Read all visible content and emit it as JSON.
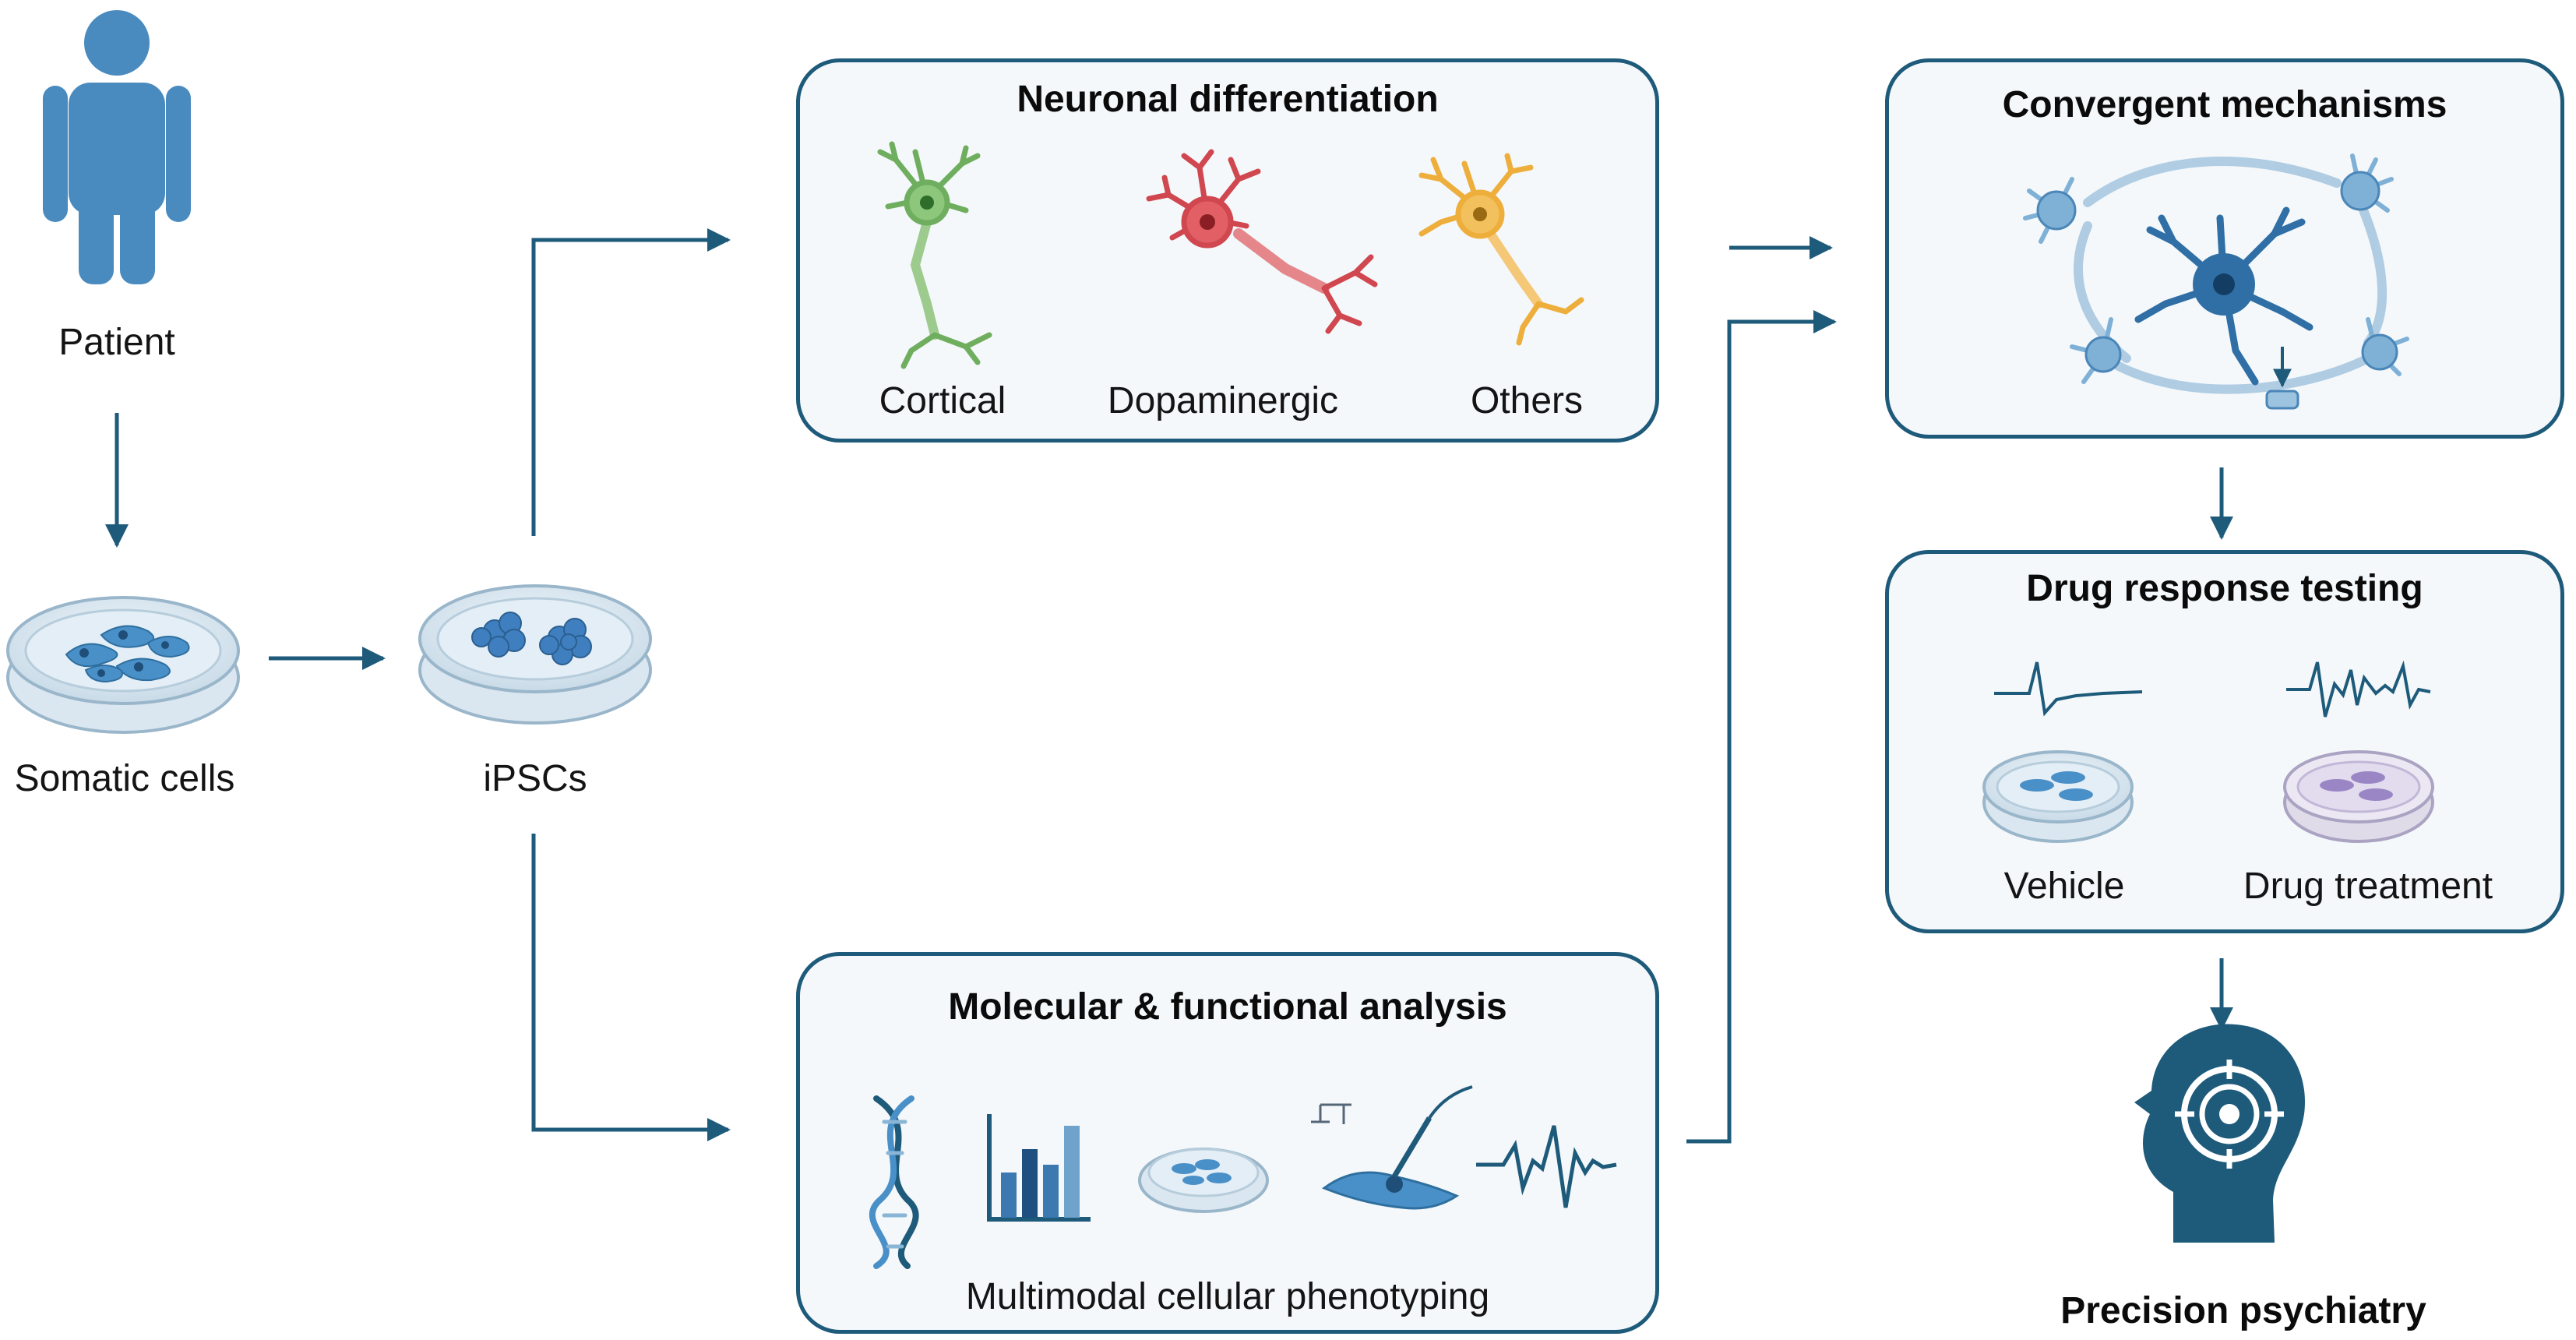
{
  "patient": {
    "label": "Patient",
    "icon": "person-icon"
  },
  "somatic": {
    "label": "Somatic cells",
    "icon": "petri-dish-icon"
  },
  "ipscs": {
    "label": "iPSCs",
    "icon": "petri-dish-colonies-icon"
  },
  "neuronal": {
    "title": "Neuronal differentiation",
    "types": [
      {
        "label": "Cortical",
        "color": "#7bbf6a"
      },
      {
        "label": "Dopaminergic",
        "color": "#d9535a"
      },
      {
        "label": "Others",
        "color": "#f0b84a"
      }
    ]
  },
  "molecular": {
    "title": "Molecular & functional analysis",
    "caption": "Multimodal cellular phenotyping",
    "icons": [
      "dna-icon",
      "bar-chart-icon",
      "petri-dish-icon",
      "patch-clamp-icon",
      "waveform-icon"
    ]
  },
  "convergent": {
    "title": "Convergent mechanisms",
    "icon": "neuron-network-icon"
  },
  "drug": {
    "title": "Drug response testing",
    "conditions": [
      {
        "label": "Vehicle",
        "icon": "single-spike-trace-icon"
      },
      {
        "label": "Drug treatment",
        "icon": "burst-trace-icon"
      }
    ]
  },
  "precision": {
    "label": "Precision psychiatry",
    "icon": "head-target-icon"
  },
  "colors": {
    "accent": "#1e5a7a",
    "cell_blue": "#4a90c8",
    "box_fill": "#f4f8fb"
  }
}
